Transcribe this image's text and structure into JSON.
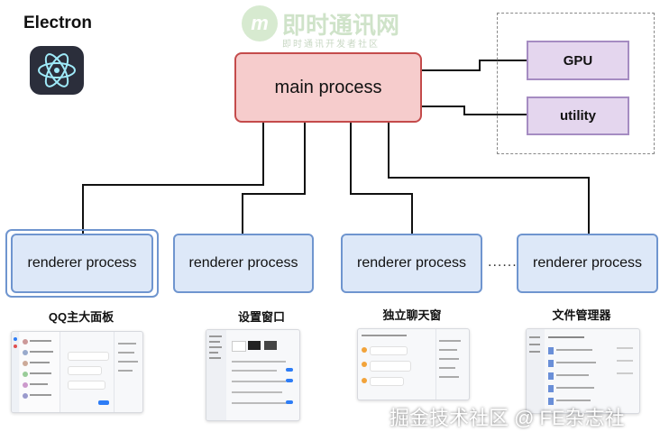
{
  "brand": {
    "title": "Electron"
  },
  "watermark_logo": {
    "text": "即时通讯网",
    "sub": "即时通讯开发者社区"
  },
  "main": {
    "label": "main process"
  },
  "utility_group": {
    "gpu": "GPU",
    "utility": "utility"
  },
  "renderers": [
    {
      "label": "renderer process",
      "caption": "QQ主大面板"
    },
    {
      "label": "renderer process",
      "caption": "设置窗口"
    },
    {
      "label": "renderer process",
      "caption": "独立聊天窗"
    },
    {
      "label": "renderer process",
      "caption": "文件管理器"
    }
  ],
  "ellipsis": "......",
  "watermark": "掘金技术社区 @ FE杂志社",
  "colors": {
    "main_fill": "#f6cccc",
    "main_border": "#c44b4b",
    "util_fill": "#e4d6ee",
    "util_border": "#a58cc2",
    "renderer_fill": "#dde8f8",
    "renderer_border": "#6f95cf"
  }
}
